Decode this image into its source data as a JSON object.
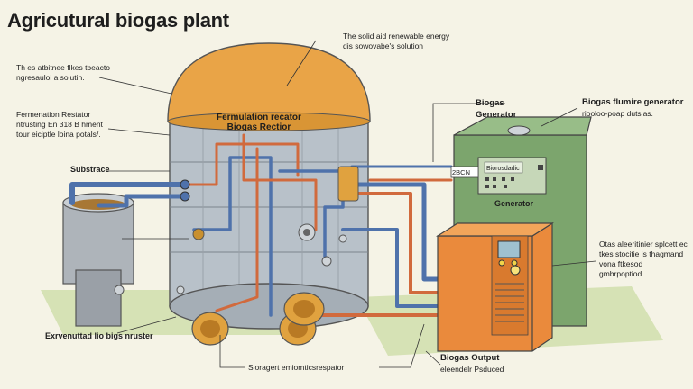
{
  "title": "Agricutural biogas plant",
  "labels": {
    "top_note": [
      "The solid aid renewable energy",
      "dis sowovabe's solution"
    ],
    "left_note_1": [
      "Th es atbitnee flkes tbeacto",
      "ngresauloi a solutin."
    ],
    "left_note_2": [
      "Fermenation Restator",
      "ntrusting En 318 B hment",
      "tour eiciptle loina potals/."
    ],
    "substrace": "Substrace",
    "reactor_lines": [
      "Fermulation recator",
      "Biogas Rectior"
    ],
    "biogas_generator": [
      "Biogas",
      "Generator"
    ],
    "flumire": "Biogas flumire generator",
    "flumire_sub": "riooloo-poap dutsias.",
    "tag_2bcn": "2BCN",
    "panel_text": "Biorosdadic",
    "generator": "Generator",
    "right_note": [
      "Otas aleeritinier splcett ec",
      "tkes stocitie is thagmand",
      "vona ftkesod",
      "gmbrpoptiod"
    ],
    "bottom_left": "Exrvenuttad lio bigs nruster",
    "bottom_mid": "Sloragert emiomticsrespator",
    "biogas_output": "Biogas Output",
    "biogas_output_sub": "eleendelr Psduced"
  },
  "colors": {
    "background": "#f5f3e6",
    "dome": "#e9a447",
    "generator_orange": "#ea8a3c",
    "engine_green": "#7ca56d",
    "pipe_blue": "#4f72ab",
    "pipe_orange": "#d16a3d"
  }
}
